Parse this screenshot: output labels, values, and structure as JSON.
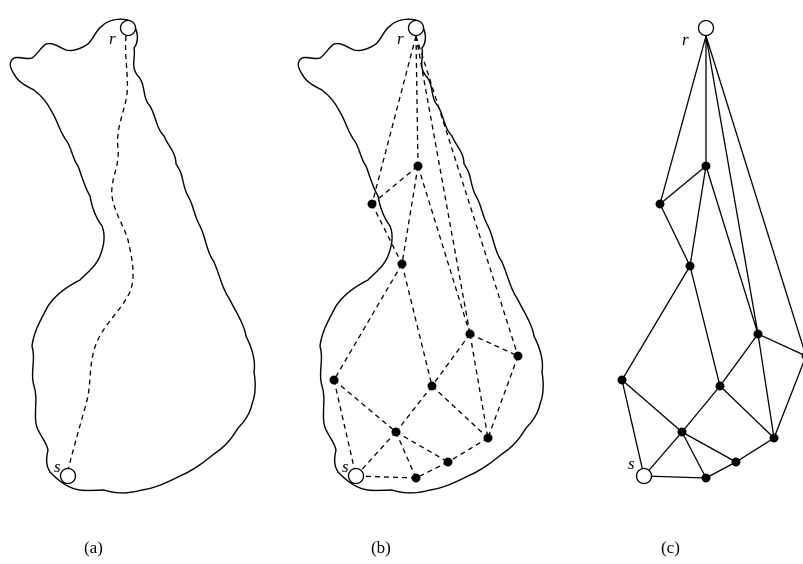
{
  "figure": {
    "panels": [
      {
        "id": "a",
        "caption": "(a)",
        "source_label": "s",
        "target_label": "r"
      },
      {
        "id": "b",
        "caption": "(b)",
        "source_label": "s",
        "target_label": "r"
      },
      {
        "id": "c",
        "caption": "(c)",
        "source_label": "s",
        "target_label": "r"
      }
    ]
  }
}
